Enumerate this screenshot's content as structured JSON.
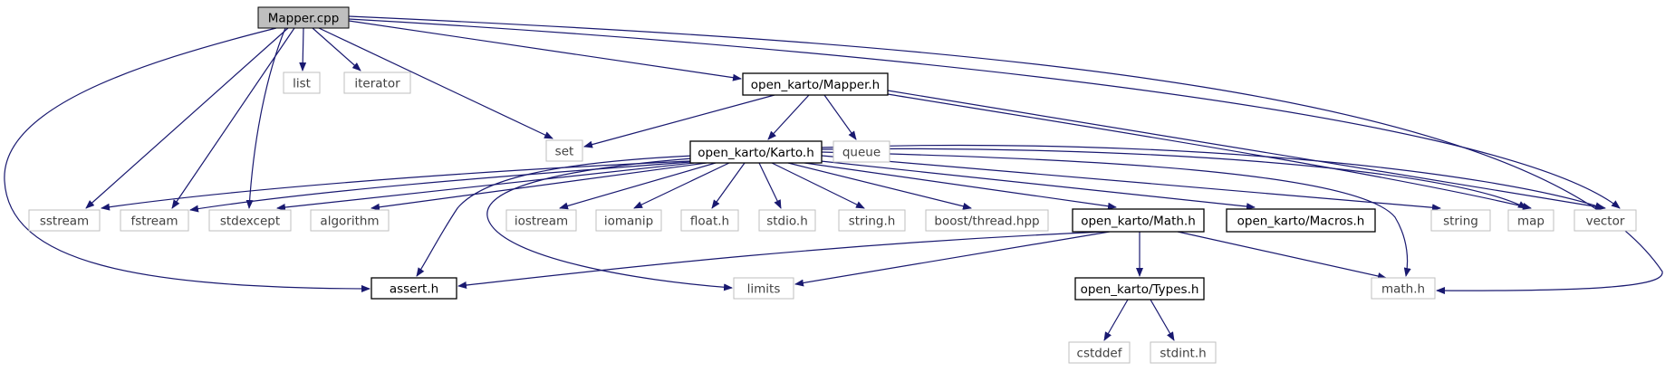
{
  "graph": {
    "colors": {
      "edge": "#191970",
      "root_fill": "#bfbfbf",
      "internal_border": "#000000",
      "external_border": "#bfbfbf",
      "external_text": "#404040",
      "internal_text": "#000000"
    },
    "nodes": [
      {
        "id": "mapper_cpp",
        "label": "Mapper.cpp",
        "kind": "root"
      },
      {
        "id": "list",
        "label": "list",
        "kind": "external"
      },
      {
        "id": "iterator",
        "label": "iterator",
        "kind": "external"
      },
      {
        "id": "mapper_h",
        "label": "open_karto/Mapper.h",
        "kind": "internal"
      },
      {
        "id": "set",
        "label": "set",
        "kind": "external"
      },
      {
        "id": "karto_h",
        "label": "open_karto/Karto.h",
        "kind": "internal"
      },
      {
        "id": "queue",
        "label": "queue",
        "kind": "external"
      },
      {
        "id": "sstream",
        "label": "sstream",
        "kind": "external"
      },
      {
        "id": "fstream",
        "label": "fstream",
        "kind": "external"
      },
      {
        "id": "stdexcept",
        "label": "stdexcept",
        "kind": "external"
      },
      {
        "id": "algorithm",
        "label": "algorithm",
        "kind": "external"
      },
      {
        "id": "iostream",
        "label": "iostream",
        "kind": "external"
      },
      {
        "id": "iomanip",
        "label": "iomanip",
        "kind": "external"
      },
      {
        "id": "float_h",
        "label": "float.h",
        "kind": "external"
      },
      {
        "id": "stdio_h",
        "label": "stdio.h",
        "kind": "external"
      },
      {
        "id": "string_h",
        "label": "string.h",
        "kind": "external"
      },
      {
        "id": "boost_thread",
        "label": "boost/thread.hpp",
        "kind": "external"
      },
      {
        "id": "math_hdr",
        "label": "open_karto/Math.h",
        "kind": "internal"
      },
      {
        "id": "macros_h",
        "label": "open_karto/Macros.h",
        "kind": "internal"
      },
      {
        "id": "string",
        "label": "string",
        "kind": "external"
      },
      {
        "id": "map",
        "label": "map",
        "kind": "external"
      },
      {
        "id": "vector",
        "label": "vector",
        "kind": "external"
      },
      {
        "id": "assert_h",
        "label": "assert.h",
        "kind": "internal"
      },
      {
        "id": "limits",
        "label": "limits",
        "kind": "external"
      },
      {
        "id": "types_h",
        "label": "open_karto/Types.h",
        "kind": "internal"
      },
      {
        "id": "math_h",
        "label": "math.h",
        "kind": "external"
      },
      {
        "id": "cstddef",
        "label": "cstddef",
        "kind": "external"
      },
      {
        "id": "stdint_h",
        "label": "stdint.h",
        "kind": "external"
      }
    ],
    "edges": [
      [
        "mapper_cpp",
        "assert_h"
      ],
      [
        "mapper_cpp",
        "sstream"
      ],
      [
        "mapper_cpp",
        "fstream"
      ],
      [
        "mapper_cpp",
        "stdexcept"
      ],
      [
        "mapper_cpp",
        "list"
      ],
      [
        "mapper_cpp",
        "iterator"
      ],
      [
        "mapper_cpp",
        "set"
      ],
      [
        "mapper_cpp",
        "mapper_h"
      ],
      [
        "mapper_cpp",
        "vector"
      ],
      [
        "mapper_cpp",
        "math_h"
      ],
      [
        "mapper_h",
        "set"
      ],
      [
        "mapper_h",
        "karto_h"
      ],
      [
        "mapper_h",
        "queue"
      ],
      [
        "mapper_h",
        "map"
      ],
      [
        "mapper_h",
        "vector"
      ],
      [
        "karto_h",
        "sstream"
      ],
      [
        "karto_h",
        "fstream"
      ],
      [
        "karto_h",
        "stdexcept"
      ],
      [
        "karto_h",
        "algorithm"
      ],
      [
        "karto_h",
        "assert_h"
      ],
      [
        "karto_h",
        "limits"
      ],
      [
        "karto_h",
        "iostream"
      ],
      [
        "karto_h",
        "iomanip"
      ],
      [
        "karto_h",
        "float_h"
      ],
      [
        "karto_h",
        "stdio_h"
      ],
      [
        "karto_h",
        "string_h"
      ],
      [
        "karto_h",
        "boost_thread"
      ],
      [
        "karto_h",
        "math_hdr"
      ],
      [
        "karto_h",
        "macros_h"
      ],
      [
        "karto_h",
        "math_h"
      ],
      [
        "karto_h",
        "string"
      ],
      [
        "karto_h",
        "map"
      ],
      [
        "karto_h",
        "vector"
      ],
      [
        "math_hdr",
        "assert_h"
      ],
      [
        "math_hdr",
        "limits"
      ],
      [
        "math_hdr",
        "types_h"
      ],
      [
        "math_hdr",
        "math_h"
      ],
      [
        "types_h",
        "cstddef"
      ],
      [
        "types_h",
        "stdint_h"
      ]
    ]
  }
}
